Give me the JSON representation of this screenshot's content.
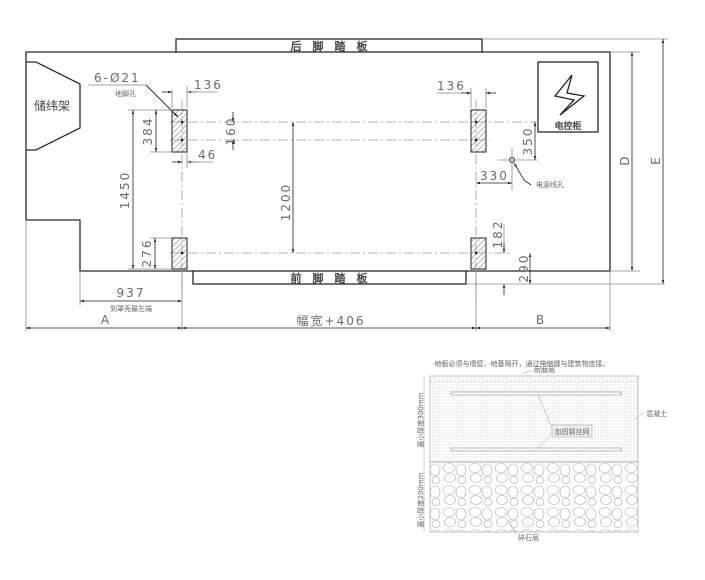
{
  "plan": {
    "rear_pedal_label": "后　脚　踏　板",
    "front_pedal_label": "前　脚　踏　板",
    "creel_label": "储纬架",
    "cabinet_label": "电控柜",
    "anchor_hole_spec": "6-Ø21",
    "anchor_hole_label": "地脚孔",
    "power_hole_label": "电源线孔",
    "to_left_edge_label": "到罩壳最左端",
    "dims": {
      "d136_left": "136",
      "d136_right": "136",
      "d384": "384",
      "d160": "160",
      "d46": "46",
      "d1450": "1450",
      "d1200": "1200",
      "d276": "276",
      "d182": "182",
      "d290": "290",
      "d350": "350",
      "d330": "330",
      "d937": "937",
      "A": "A",
      "width_plus": "幅宽+406",
      "B": "B",
      "D": "D",
      "E": "E"
    }
  },
  "section": {
    "note": "地板必须与墙壁、地基隔开，通过伸缩缝与建筑物连接。",
    "wear_layer": "耐磨层",
    "concrete": "混凝土",
    "mesh": "加固钢丝网",
    "min_thick_300": "最小厚度300mm",
    "min_thick_200": "最小厚度200mm",
    "gravel": "碎石层"
  },
  "colors": {
    "line": "#2a2a2a",
    "dim": "#8a8a8a",
    "hatch": "#555555"
  }
}
